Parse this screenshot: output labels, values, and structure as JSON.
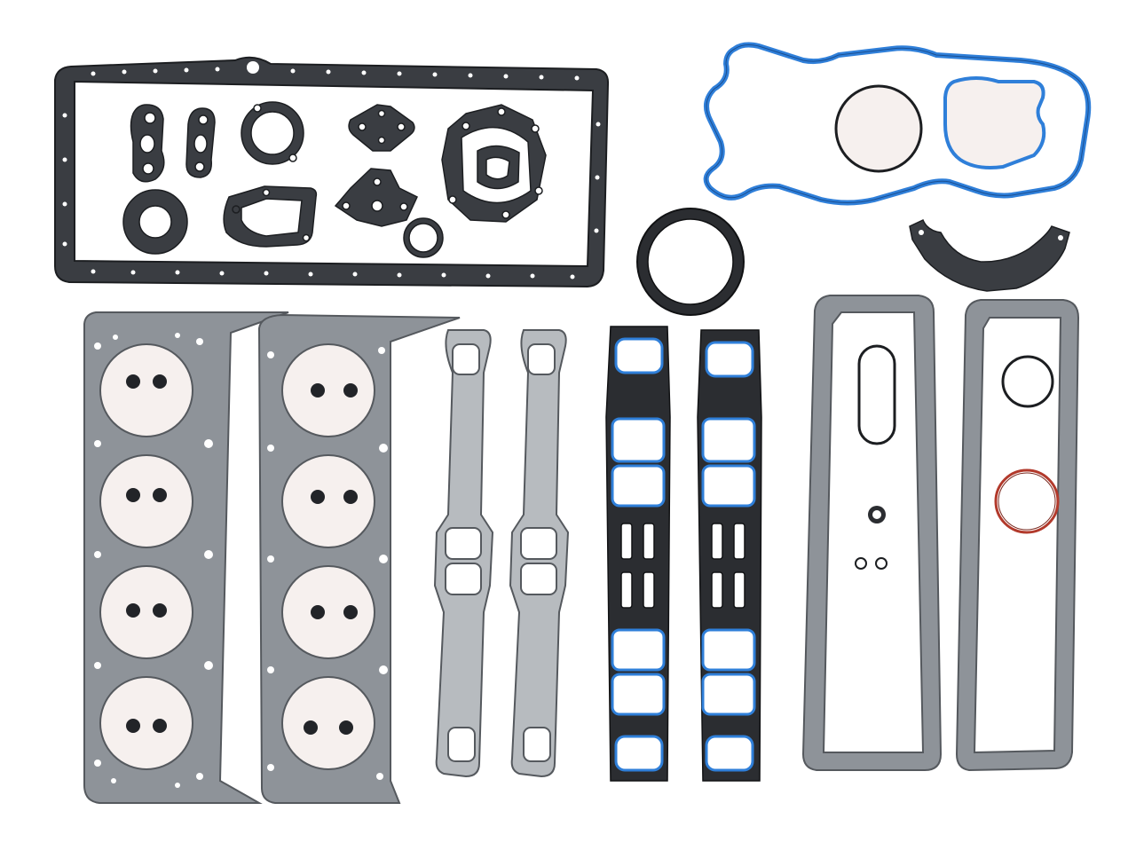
{
  "photo": {
    "background": "#ffffff",
    "colors": {
      "dark_gasket": "#3a3d42",
      "dark_gasket_edge": "#1c1e21",
      "steel_gray": "#8e9399",
      "steel_edge": "#55595e",
      "light_gray": "#b7bbbf",
      "blue_seal": "#2f7fd9",
      "red_ring": "#b23a2c",
      "hole": "#ffffff",
      "bore_fill": "#f6f0ee",
      "valve_stem_seal": "#222428"
    },
    "items": [
      {
        "name": "oil-pan-gasket",
        "count": 1
      },
      {
        "name": "small-dark-gasket",
        "count": 10
      },
      {
        "name": "timing-cover-gasket",
        "count": 1
      },
      {
        "name": "rear-main-seal",
        "count": 1
      },
      {
        "name": "half-moon-seal",
        "count": 1
      },
      {
        "name": "cylinder-head-gasket",
        "count": 2
      },
      {
        "name": "exhaust-manifold-gasket",
        "count": 2
      },
      {
        "name": "intake-manifold-gasket",
        "count": 2
      },
      {
        "name": "valve-cover-gasket",
        "count": 2
      },
      {
        "name": "o-ring",
        "count": 3
      },
      {
        "name": "valve-stem-seal",
        "count": 16
      }
    ]
  }
}
